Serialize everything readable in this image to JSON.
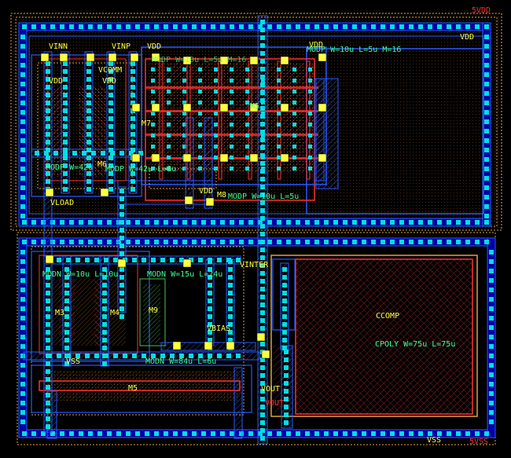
{
  "rails": {
    "vdd_top": "5VDD",
    "vdd_inner": "VDD",
    "vss_inner": "VSS",
    "vss_bottom": "5VSS"
  },
  "pins": {
    "vinn": "VINN",
    "vinp": "VINP",
    "vcomm": "VCOMM",
    "vload": "VLOAD",
    "vbias": "VBIAS",
    "vinter": "VINTER",
    "vout": "VOUT",
    "vout_red": "VOUT",
    "vdd_a": "VDD",
    "vdd_b": "VDD",
    "vdd_c": "VDD",
    "vdd_d": "VDD",
    "vdd_m8": "VDD",
    "vss_m3": "VSS"
  },
  "devices": {
    "m5_top": "M5",
    "m7": "M7",
    "m8": "M8",
    "m6": "M6",
    "m3": "M3",
    "m4": "M4",
    "m9": "M9",
    "m5_bottom": "M5",
    "ccomp": "CCOMP"
  },
  "params": {
    "modp_main": "MODP W=10u L=5u M=16",
    "modp_top_overlap": "MODP W=10u L=5u M=16",
    "modp_left": "MODP W=42u",
    "modp_left2": "MODP W=42u L=6u",
    "modp_m8": "MODP W=10u L=5u",
    "modn_left": "MODN W=10u L=10u",
    "modn_mid": "MODN W=15u L=24u",
    "modn_bottom": "MODN W=84u L=6u",
    "cpoly": "CPOLY W=75u L=75u"
  },
  "colors": {
    "background": "#000000",
    "contact": "#00e0e0",
    "metal1": "#2a58ff",
    "poly": "#ff3030",
    "label_yellow": "#ffff40",
    "label_green": "#40ff90",
    "well": "#ffa020"
  }
}
